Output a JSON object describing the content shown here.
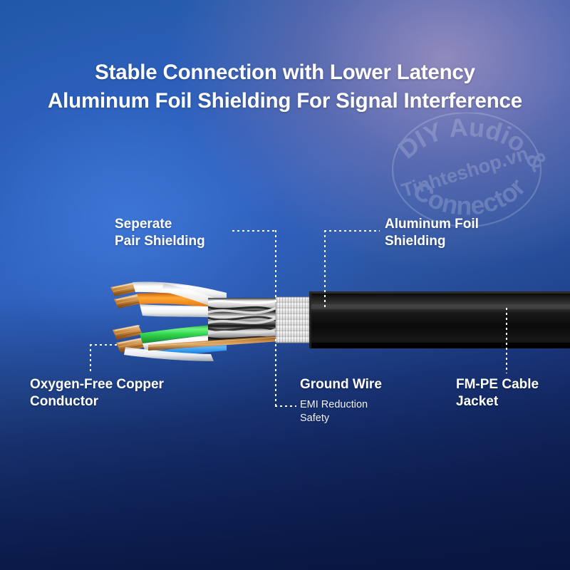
{
  "page": {
    "title_lines": [
      "Stable Connection with Lower Latency",
      "Aluminum Foil Shielding For Signal Interference"
    ]
  },
  "watermark": {
    "arc_top": "DIY Audio &",
    "arc_bottom": "Connector",
    "center": "Tinhteshop.vn"
  },
  "callouts": {
    "separate_pair_shielding": "Seperate\nPair Shielding",
    "aluminum_foil_shielding": "Aluminum Foil\nShielding",
    "oxygen_free_copper": "Oxygen-Free Copper\nConductor",
    "ground_wire": "Ground Wire",
    "ground_wire_sub": "EMI Reduction\nSafety",
    "fmpe_cable_jacket": "FM-PE Cable\nJacket"
  },
  "colors": {
    "background_top_left": "#2258a8",
    "background_top_right": "#8d86b8",
    "background_bottom": "#0d1c4a",
    "text": "#ffffff",
    "jacket": "#0b0b0b",
    "foil": "#d6d6d6",
    "copper": "#b5722e",
    "pair_orange": "#f08a1c",
    "pair_green": "#2fd24a",
    "pair_blue": "#2b8fe8",
    "pair_white": "#f2f2f2"
  },
  "cable": {
    "pairs": [
      {
        "name": "orange-pair",
        "color": "#f08a1c"
      },
      {
        "name": "green-pair",
        "color": "#2fd24a"
      },
      {
        "name": "blue-pair",
        "color": "#2b8fe8"
      }
    ],
    "parts": [
      "oxygen-free-copper-conductor",
      "separate-pair-shielding",
      "ground-wire",
      "aluminum-foil-shielding",
      "fm-pe-cable-jacket"
    ]
  }
}
